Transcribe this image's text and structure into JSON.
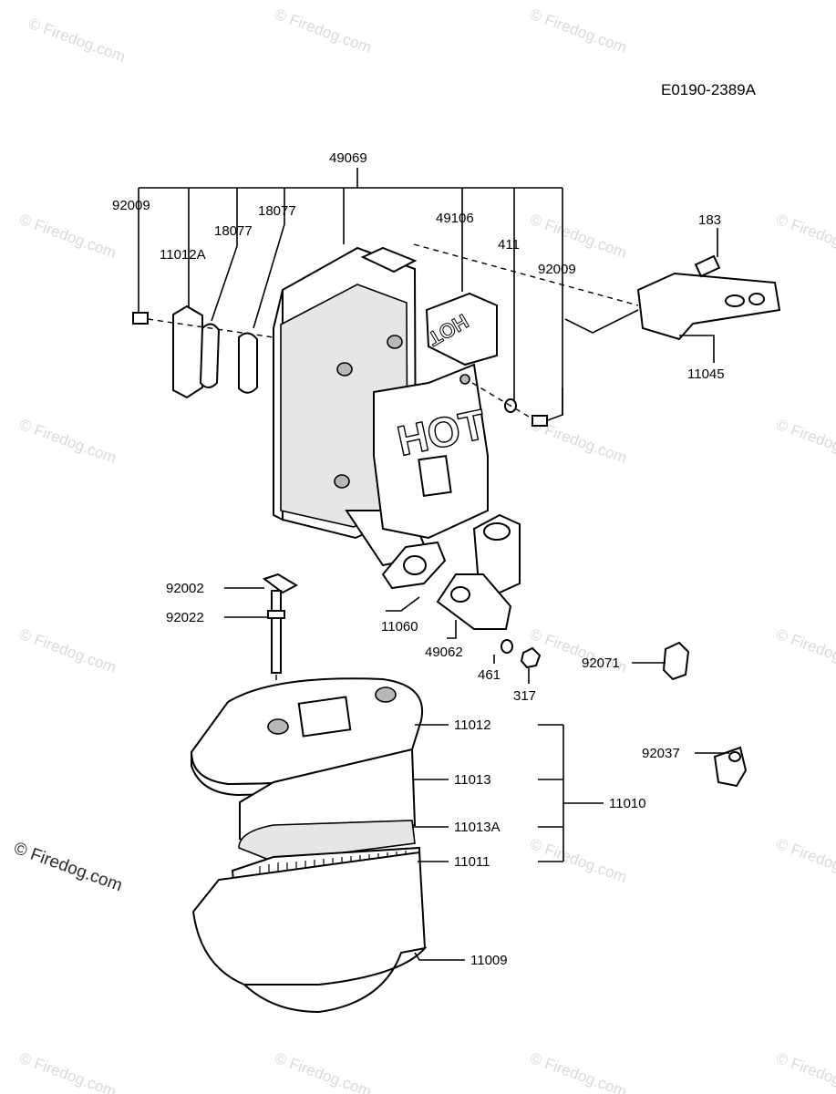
{
  "diagram_code": "E0190-2389A",
  "watermark": "© Firedog.com",
  "callouts": {
    "p49069": "49069",
    "p92009_left": "92009",
    "p11012A": "11012A",
    "p18077_a": "18077",
    "p18077_b": "18077",
    "p49106": "49106",
    "p411": "411",
    "p92009_right": "92009",
    "p183": "183",
    "p11045": "11045",
    "p92002": "92002",
    "p92022": "92022",
    "p11060": "11060",
    "p49062": "49062",
    "p461": "461",
    "p317": "317",
    "p92071": "92071",
    "p11012": "11012",
    "p11013": "11013",
    "p11013A": "11013A",
    "p11011": "11011",
    "p11010": "11010",
    "p92037": "92037",
    "p11009": "11009"
  },
  "stamped_text": {
    "hot_shield": "HOT",
    "hot_small": "HOT"
  }
}
